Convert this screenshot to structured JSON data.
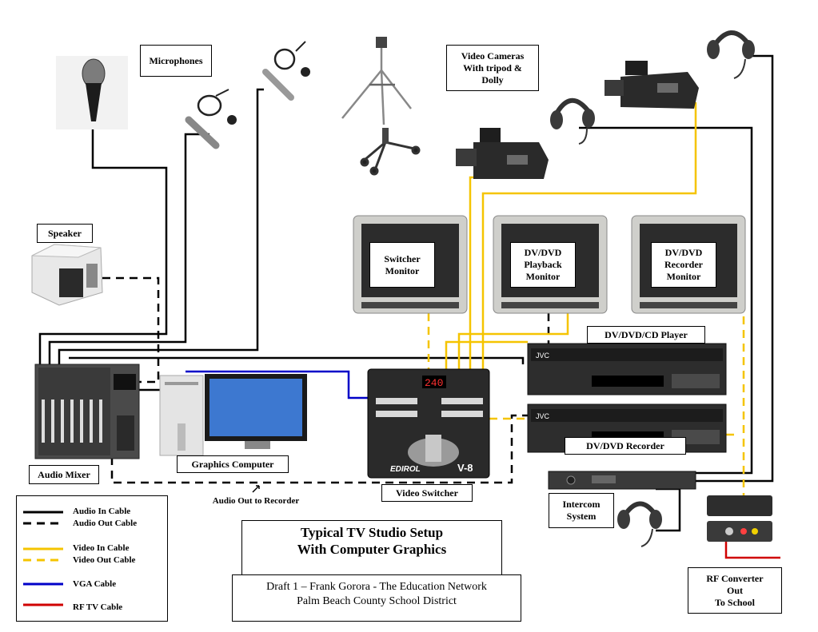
{
  "diagram": {
    "title_line1": "Typical TV Studio Setup",
    "title_line2": "With Computer Graphics",
    "credit_line1": "Draft 1 – Frank Gorora  - The Education Network",
    "credit_line2": "Palm Beach County School District",
    "labels": {
      "microphones": "Microphones",
      "video_cameras_1": "Video Cameras",
      "video_cameras_2": "With tripod &",
      "video_cameras_3": "Dolly",
      "speaker": "Speaker",
      "switcher_monitor_1": "Switcher",
      "switcher_monitor_2": "Monitor",
      "playback_monitor_1": "DV/DVD",
      "playback_monitor_2": "Playback",
      "playback_monitor_3": "Monitor",
      "recorder_monitor_1": "DV/DVD",
      "recorder_monitor_2": "Recorder",
      "recorder_monitor_3": "Monitor",
      "player": "DV/DVD/CD Player",
      "recorder": "DV/DVD Recorder",
      "audio_mixer": "Audio Mixer",
      "graphics_computer": "Graphics Computer",
      "audio_out_recorder": "Audio Out to Recorder",
      "video_switcher": "Video Switcher",
      "intercom_1": "Intercom",
      "intercom_2": "System",
      "rf_1": "RF Converter",
      "rf_2": "Out",
      "rf_3": "To School"
    },
    "legend": [
      {
        "label": "Audio In Cable",
        "color": "#000000",
        "style": "solid"
      },
      {
        "label": "Audio Out Cable",
        "color": "#000000",
        "style": "dashed"
      },
      {
        "label": "Video In Cable",
        "color": "#f5c400",
        "style": "solid"
      },
      {
        "label": "Video Out Cable",
        "color": "#f5c400",
        "style": "dashed"
      },
      {
        "label": "VGA Cable",
        "color": "#0000c8",
        "style": "solid"
      },
      {
        "label": "RF TV Cable",
        "color": "#d00000",
        "style": "solid"
      }
    ],
    "switcher_display": "240",
    "switcher_brand": "EDIROL",
    "switcher_model": "V-8",
    "deck_brand": "JVC"
  }
}
